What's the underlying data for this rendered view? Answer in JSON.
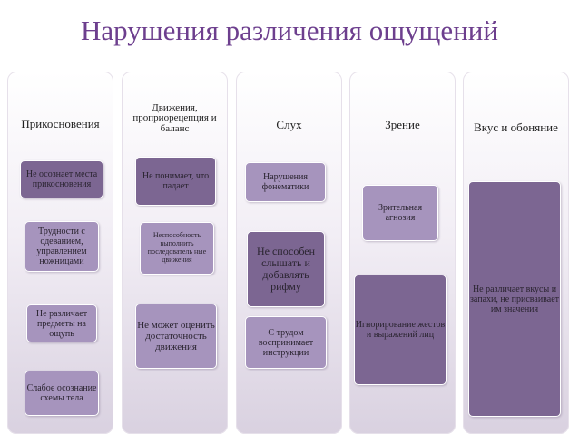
{
  "title": "Нарушения различения ощущений",
  "columns": [
    {
      "title": "Прикосновения",
      "items": [
        "Не осознает места прикосновения",
        "Трудности с одеванием, управлением ножницами",
        "Не различает предметы на ощупь",
        "Слабое осознание схемы тела"
      ]
    },
    {
      "title": "Движения, проприорецепция и баланс",
      "items": [
        "Не понимает, что падает",
        "Неспособность выполнить последователь ные движения",
        "Не может оценить достаточность движения"
      ]
    },
    {
      "title": "Слух",
      "items": [
        "Нарушения фонематики",
        "Не способен слышать и добавлять рифму",
        "С трудом воспринимает инструкции"
      ]
    },
    {
      "title": "Зрение",
      "items": [
        "Зрительная агнозия",
        "Игнорирование жестов и выражений лиц"
      ]
    },
    {
      "title": "Вкус и обоняние",
      "items": [
        "Не различает вкусы и запахи, не присваивает им значения"
      ]
    }
  ],
  "colors": {
    "title": "#6d3f8e",
    "box_dark": "#7c6692",
    "box_light": "#a694bd"
  }
}
